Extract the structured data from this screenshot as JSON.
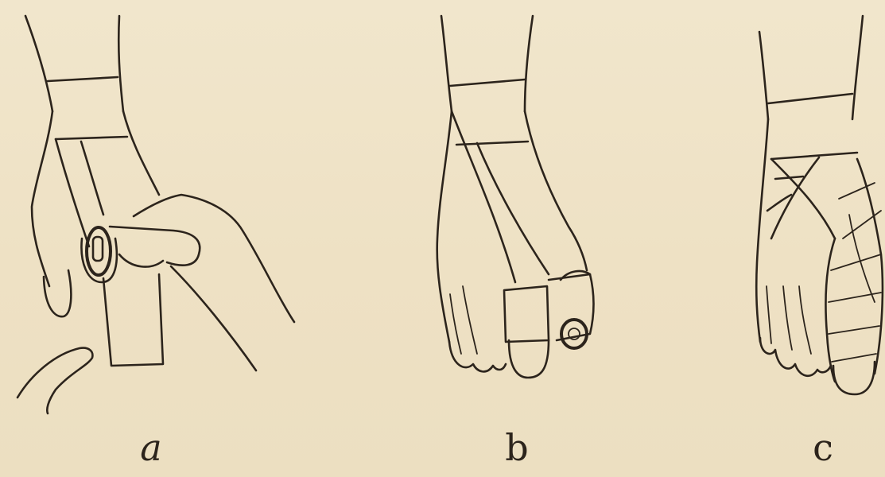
{
  "figure": {
    "panels": [
      {
        "id": "a",
        "label": "a"
      },
      {
        "id": "b",
        "label": "b"
      },
      {
        "id": "c",
        "label": "c"
      }
    ]
  },
  "colors": {
    "paper": "#efe3c8",
    "ink": "#2c241c"
  }
}
